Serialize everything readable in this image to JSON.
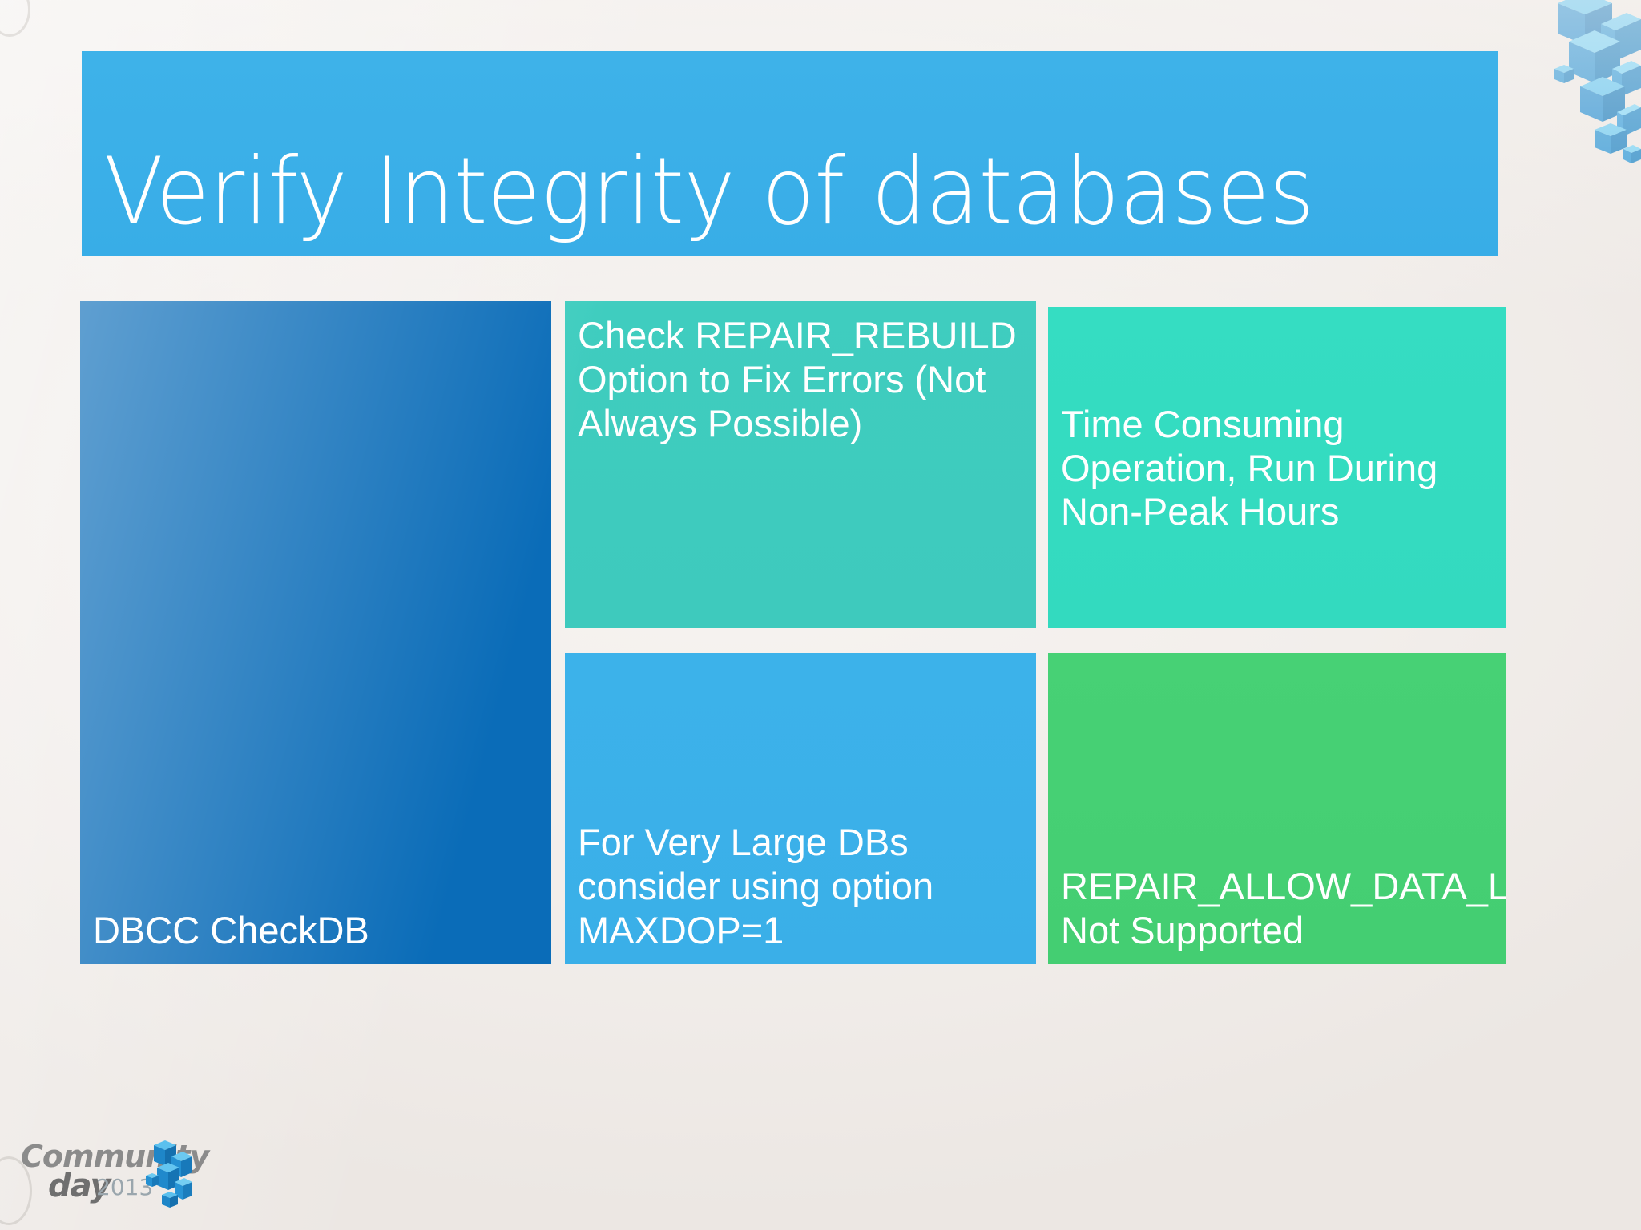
{
  "slide": {
    "title": "Verify Integrity of databases",
    "background_color": "#f2eeeb",
    "title_banner_color": "#3aafe8"
  },
  "boxes": [
    {
      "id": "dbcc-checkdb",
      "text": "DBCC CheckDB",
      "color": "#0a6cb8",
      "align": "bottom"
    },
    {
      "id": "repair-rebuild",
      "text": "Check REPAIR_REBUILD Option to Fix Errors (Not Always Possible)",
      "color": "#3fcdbf",
      "align": "top"
    },
    {
      "id": "time-consuming",
      "text": "Time Consuming Operation, Run During  Non-Peak Hours",
      "color": "#35ddc2",
      "align": "middle"
    },
    {
      "id": "maxdop",
      "text": "For Very Large DBs consider using option MAXDOP=1",
      "color": "#3aafe8",
      "align": "bottom"
    },
    {
      "id": "allow-data-loss",
      "text": "REPAIR_ALLOW_DATA_LOSS Not Supported",
      "color": "#45d073",
      "align": "bottom"
    }
  ],
  "logo": {
    "word1": "Community",
    "word2": "day",
    "year": "2013",
    "accent_color": "#1f9ad6"
  }
}
